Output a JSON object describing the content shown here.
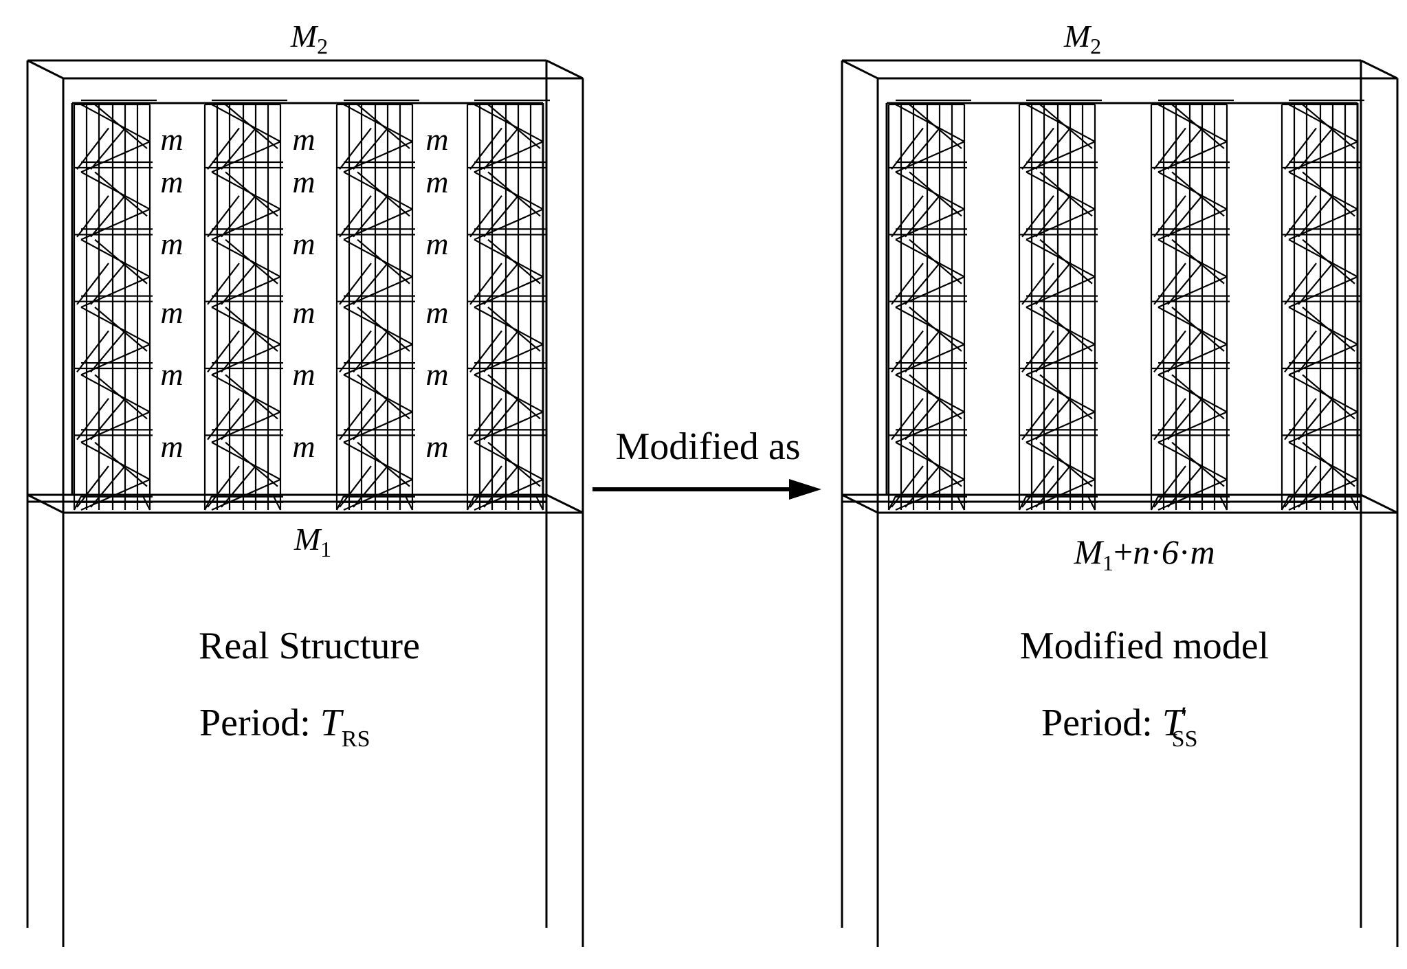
{
  "left_panel": {
    "top_mass": {
      "symbol": "M",
      "subscript": "2"
    },
    "bottom_mass": {
      "symbol": "M",
      "subscript": "1"
    },
    "storey_mass_label": "m",
    "title": "Real Structure",
    "period_prefix": "Period: ",
    "period_symbol": "T",
    "period_subscript": "RS"
  },
  "arrow": {
    "label": "Modified as"
  },
  "right_panel": {
    "top_mass": {
      "symbol": "M",
      "subscript": "2"
    },
    "bottom_mass": {
      "symbol": "M",
      "subscript": "1",
      "suffix_plus": "+",
      "n": "n",
      "dot1": "·",
      "six": "6",
      "dot2": "·",
      "m": "m"
    },
    "title": "Modified model",
    "period_prefix": "Period: ",
    "period_symbol": "T",
    "period_prime": "′",
    "period_subscript": "SS"
  },
  "diagram": {
    "rack_count": 4,
    "storeys": 6,
    "line_color": "#000000"
  }
}
